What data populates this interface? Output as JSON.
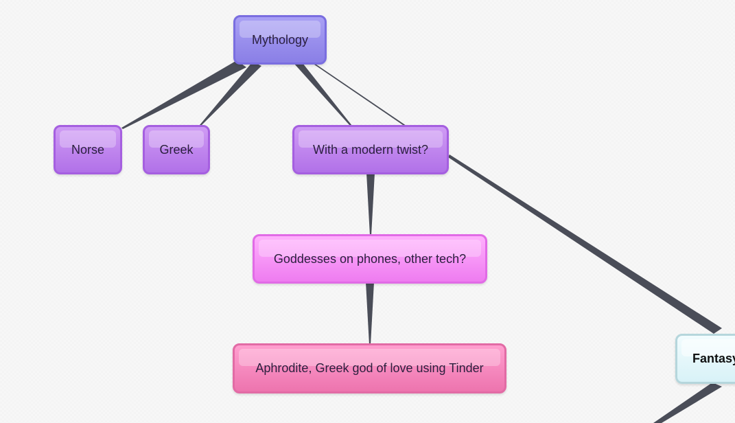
{
  "diagram": {
    "type": "mind-map",
    "colors": {
      "link": "#4a4d58",
      "node_mythology": "#8a7fe6",
      "node_level2": "#b171e8",
      "node_goddesses": "#ee7cf0",
      "node_aphrodite": "#ed74ae",
      "node_fantasy": "#d8f2f7"
    },
    "nodes": {
      "mythology": "Mythology",
      "norse": "Norse",
      "greek": "Greek",
      "modern_twist": "With a modern twist?",
      "goddesses": "Goddesses on phones, other tech?",
      "aphrodite": "Aphrodite, Greek god of love using Tinder",
      "fantasy": "Fantasy"
    },
    "links": [
      {
        "from": "mythology",
        "to": "norse"
      },
      {
        "from": "mythology",
        "to": "greek"
      },
      {
        "from": "mythology",
        "to": "modern_twist"
      },
      {
        "from": "mythology",
        "to": "modern_twist"
      },
      {
        "from": "modern_twist",
        "to": "goddesses"
      },
      {
        "from": "goddesses",
        "to": "aphrodite"
      },
      {
        "from": "modern_twist",
        "to": "fantasy"
      },
      {
        "from": "fantasy",
        "to": "offscreen"
      }
    ]
  }
}
